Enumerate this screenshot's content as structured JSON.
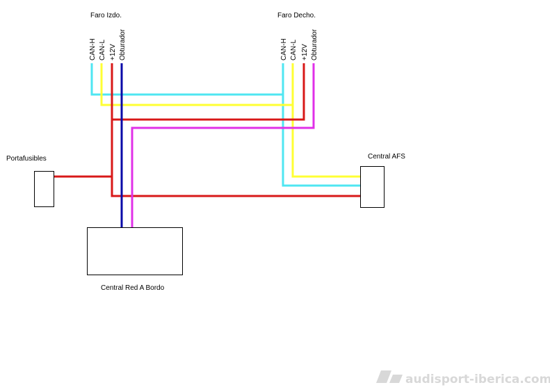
{
  "colors": {
    "can_h": "#4fe6f2",
    "can_l": "#ffff33",
    "power_12v": "#d81818",
    "obturador_left": "#0a0aa8",
    "obturador_right": "#e030e8",
    "outline": "#000000",
    "watermark": "#d8d8d8"
  },
  "left_headlight": {
    "title": "Faro Izdo.",
    "pins": [
      "CAN-H",
      "CAN-L",
      "+12V",
      "Obturador"
    ]
  },
  "right_headlight": {
    "title": "Faro Decho.",
    "pins": [
      "CAN-H",
      "CAN-L",
      "+12V",
      "Obturador"
    ]
  },
  "fuse_holder": {
    "label": "Portafusibles"
  },
  "afs_unit": {
    "label": "Central AFS"
  },
  "onboard_network_unit": {
    "label": "Central Red A Bordo"
  },
  "watermark": {
    "text": "audisport-iberica.com"
  }
}
